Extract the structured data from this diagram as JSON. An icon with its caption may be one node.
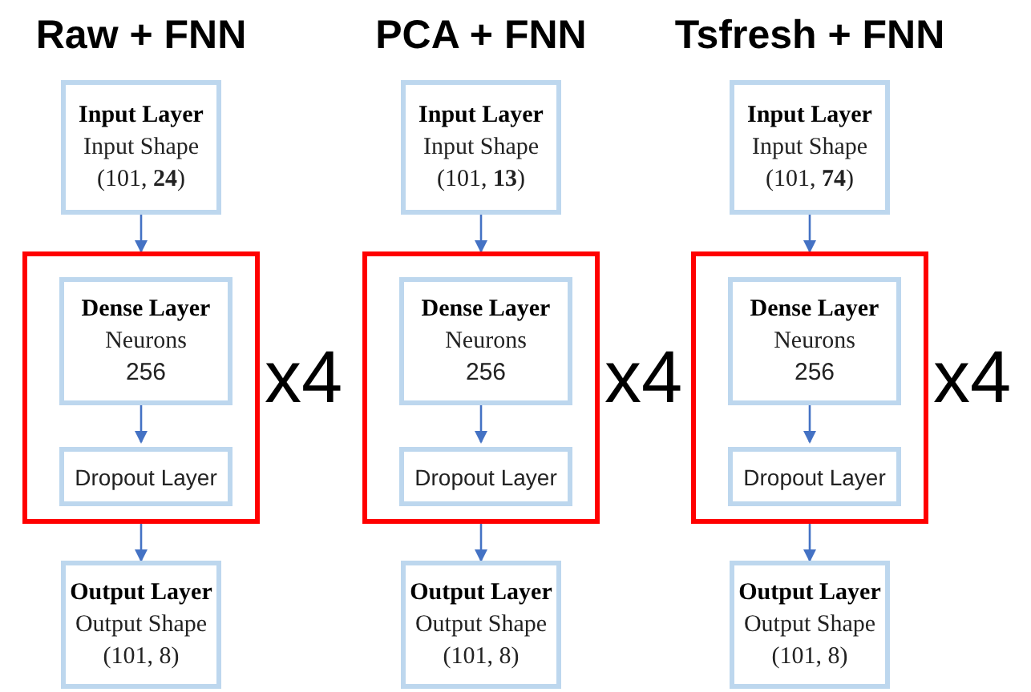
{
  "diagram": {
    "nodes": [
      {
        "text": [
          "Input Layer",
          "Input Shape (101, **24**)"
        ]
      },
      {
        "text": [],
        "shape": "box",
        "beside": [
          "x4"
        ]
      },
      {
        "text": [
          "Dense Layer",
          "Neurons",
          "256"
        ],
        "in": 1
      },
      {
        "text": [
          "Dropout Layer"
        ],
        "in": 1
      },
      {
        "text": [
          "Output Layer",
          "Output Shape (101, 8)"
        ]
      },
      {
        "text": [
          "Input Layer",
          "Input Shape (101, **13**)"
        ]
      },
      {
        "text": [],
        "shape": "box",
        "beside": [
          "x4"
        ]
      },
      {
        "text": [
          "Dense Layer",
          "Neurons",
          "256"
        ],
        "in": 6
      },
      {
        "text": [
          "Dropout Layer"
        ],
        "in": 6
      },
      {
        "text": [
          "Output Layer",
          "Output Shape (101, 8)"
        ]
      },
      {
        "text": [
          "Input Layer",
          "Input Shape (101, **74**)"
        ]
      },
      {
        "text": [],
        "shape": "box",
        "beside": [
          "x4"
        ]
      },
      {
        "text": [
          "Dense Layer",
          "Neurons",
          "256"
        ],
        "in": 11
      },
      {
        "text": [
          "Dropout Layer"
        ],
        "in": 11
      },
      {
        "text": [
          "Output Layer",
          "Output Shape (101, 8)"
        ]
      }
    ],
    "edges": [
      {
        "from": 0,
        "to": 1,
        "arrow": "to"
      },
      {
        "from": 2,
        "to": 3,
        "arrow": "to"
      },
      {
        "from": 1,
        "to": 4,
        "arrow": "to"
      },
      {
        "from": 5,
        "to": 6,
        "arrow": "to"
      },
      {
        "from": 7,
        "to": 8,
        "arrow": "to"
      },
      {
        "from": 6,
        "to": 9,
        "arrow": "to"
      },
      {
        "from": 10,
        "to": 11,
        "arrow": "to"
      },
      {
        "from": 12,
        "to": 13,
        "arrow": "to"
      },
      {
        "from": 11,
        "to": 14,
        "arrow": "to"
      }
    ],
    "labels": [
      "Raw + FNN",
      "PCA + FNN",
      "Tsfresh + FNN"
    ]
  }
}
